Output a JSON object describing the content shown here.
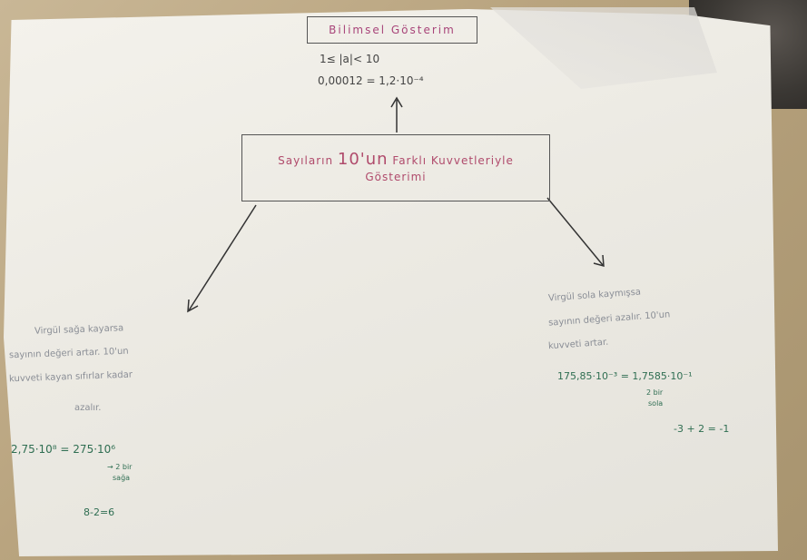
{
  "scene": {
    "colors": {
      "title_ink": "#a8457a",
      "formula_ink": "#2f6e52",
      "pencil": "#8a8e96",
      "box_line": "#555555"
    }
  },
  "top_box": {
    "title": "Bilimsel Gösterim",
    "line1": "1≤ |a|< 10",
    "line2": "0,00012 = 1,2·10⁻⁴"
  },
  "center_box": {
    "line1_a": "Sayıların",
    "line1_b": "10'un",
    "line1_c": "Farklı Kuvvetleriyle",
    "line2": "Gösterimi"
  },
  "left_branch": {
    "text1": "Virgül sağa kayarsa",
    "text2": "sayının değeri artar. 10'un",
    "text3": "kuvveti kayan sıfırlar kadar",
    "text4": "azalır.",
    "formula": "2,75·10⁸ = 275·10⁶",
    "sub1": "→ 2 bir",
    "sub2": "sağa",
    "result": "8-2=6"
  },
  "right_branch": {
    "text1": "Virgül sola kaymışsa",
    "text2": "sayının değeri azalır. 10'un",
    "text3": "kuvveti artar.",
    "formula": "175,85·10⁻³ = 1,7585·10⁻¹",
    "sub1": "2 bir",
    "sub2": "sola",
    "result": "-3 + 2 = -1"
  }
}
